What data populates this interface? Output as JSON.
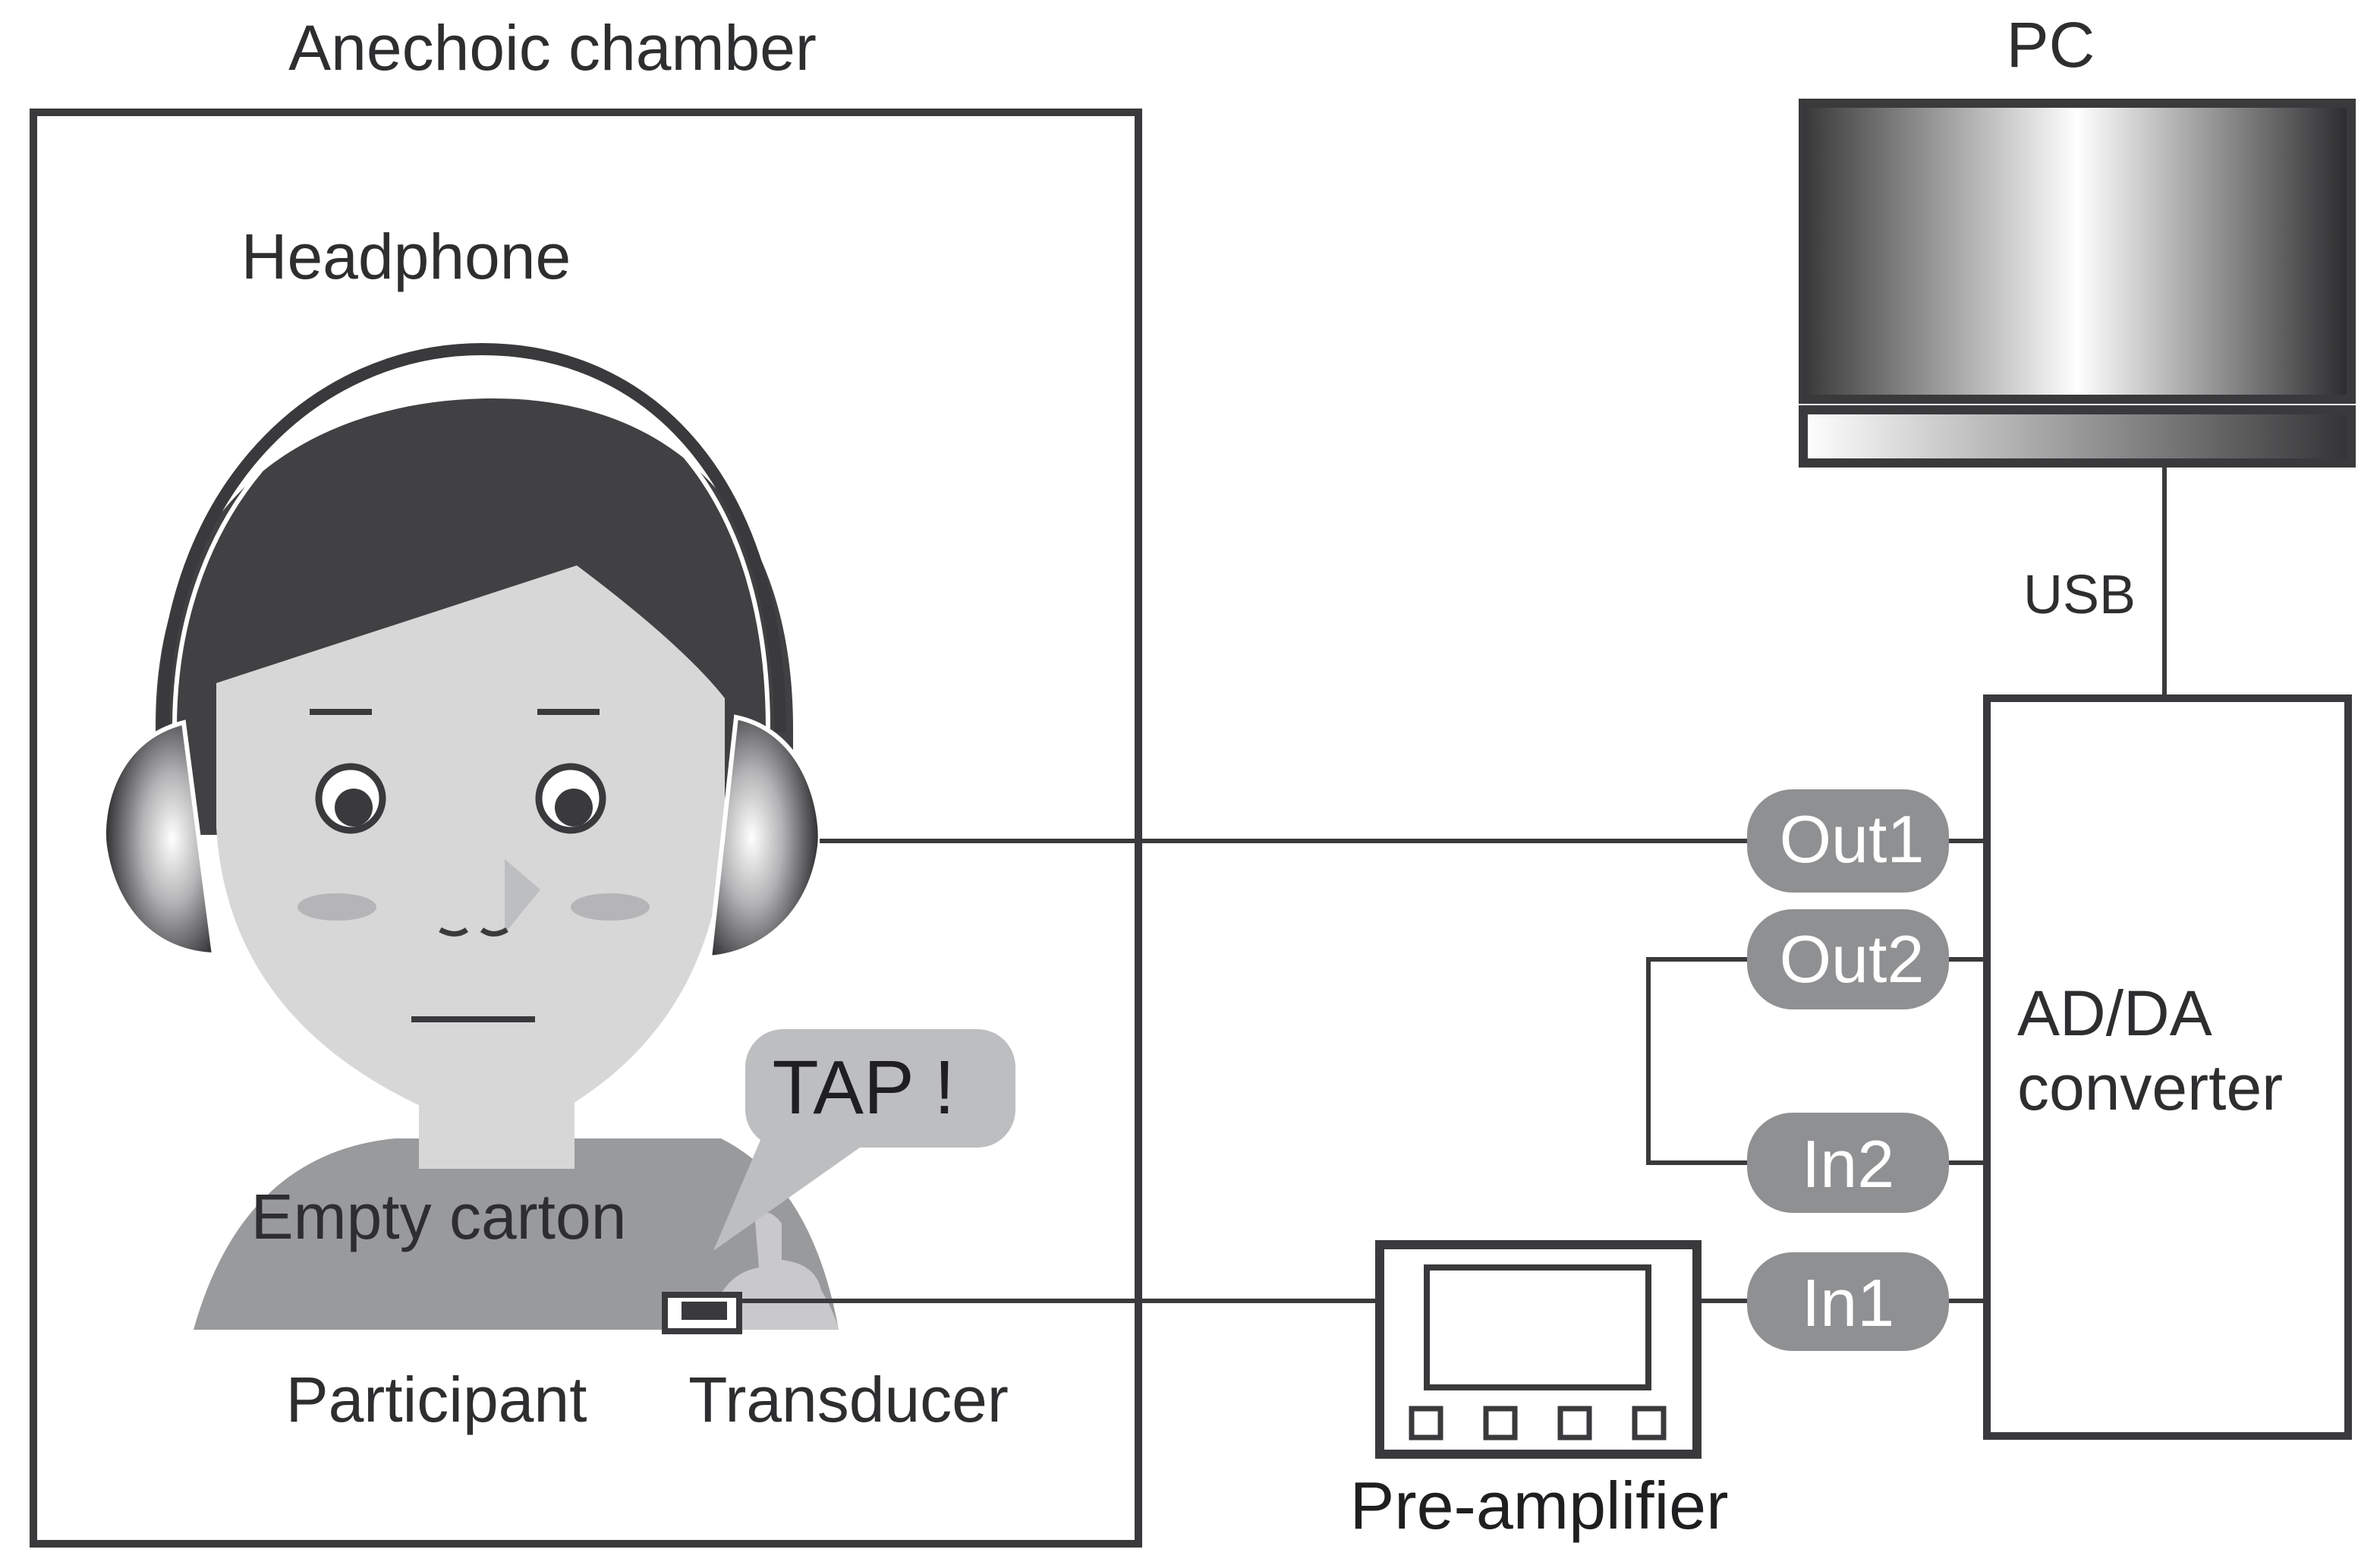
{
  "labels": {
    "chamber": "Anechoic chamber",
    "headphone": "Headphone",
    "empty_carton": "Empty carton",
    "participant": "Participant",
    "transducer": "Transducer",
    "tap": "TAP !",
    "pc": "PC",
    "usb": "USB",
    "converter_line1": "AD/DA",
    "converter_line2": "converter",
    "preamp": "Pre-amplifier"
  },
  "ports": {
    "out1": "Out1",
    "out2": "Out2",
    "in2": "In2",
    "in1": "In1"
  },
  "colors": {
    "line": "#3a3a3c",
    "skin": "#d7d7d8",
    "hair": "#414143",
    "shirt": "#999a9c",
    "port_fill": "#8f9092",
    "bubble": "#bdbec0"
  }
}
